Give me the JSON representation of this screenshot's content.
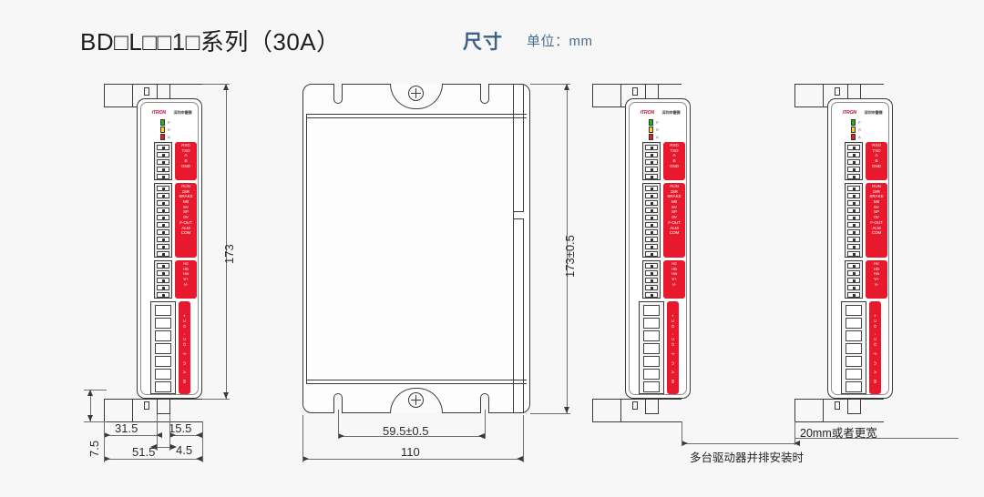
{
  "header": {
    "title": "BD□L□□1□系列（30A）",
    "dimension_label": "尺寸",
    "unit_label": "单位：mm"
  },
  "device": {
    "brand_main": "iTRON",
    "brand_sub": "深圳市雷赛",
    "leds": [
      {
        "name": "PWR",
        "color": "#18b81b",
        "label": "P"
      },
      {
        "name": "RUN",
        "color": "#ffd200",
        "label": "R"
      },
      {
        "name": "ALM",
        "color": "#e8192c",
        "label": "A"
      }
    ],
    "terminal_groups": [
      {
        "id": "comm",
        "pins": 5,
        "signals": [
          "RXD",
          "TXD",
          "A",
          "B",
          "GND"
        ]
      },
      {
        "id": "control",
        "pins": 10,
        "signals": [
          "RUN",
          "DIR",
          "BRAKE",
          "M0",
          "5V",
          "SP",
          "0V",
          "F-OUT",
          "ALM",
          "COM"
        ]
      },
      {
        "id": "hall",
        "pins": 5,
        "signals": [
          "Hc",
          "Hb",
          "Ha",
          "V+",
          "V-"
        ]
      }
    ],
    "power_terminal": {
      "cells": 7,
      "vertical_label": "W  V  U  ⏚  DC-  DC+"
    }
  },
  "views": [
    {
      "id": "view-1",
      "name": "left-side-view"
    },
    {
      "id": "view-2",
      "name": "front-view"
    },
    {
      "id": "view-3",
      "name": "side-view-spacing-left"
    },
    {
      "id": "view-4",
      "name": "side-view-spacing-right"
    }
  ],
  "dimensions": {
    "height_nominal": "173",
    "height_tolerance": "173±0.5",
    "depth_total": "51.5",
    "depth_a": "31.5",
    "depth_b": "15.5",
    "depth_c": "4.5",
    "offset_top": "7.5",
    "mount_hole_span": "59.5±0.5",
    "width_total": "110"
  },
  "annotations": {
    "spacing_value": "20mm或者更宽",
    "spacing_note": "多台驱动器并排安装时"
  },
  "colors": {
    "accent_red": "#e8192c",
    "header_blue": "#3d6287",
    "line": "#3a3a3a",
    "background": "#f7f7f7"
  }
}
